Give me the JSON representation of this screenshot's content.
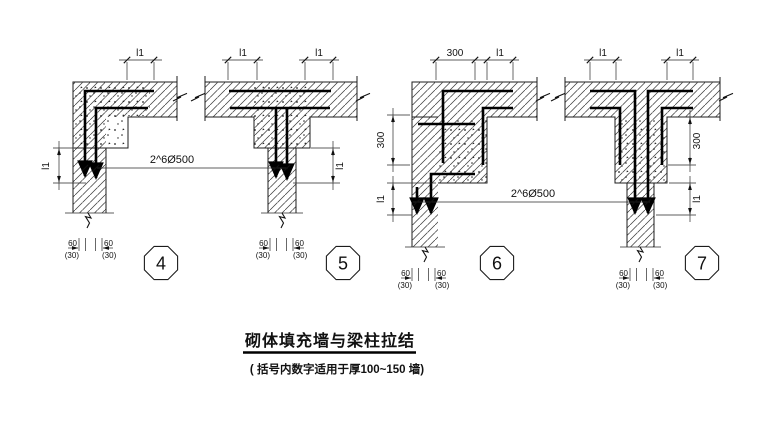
{
  "drawing": {
    "title": "砌体填充墙与梁柱拉结",
    "subtitle": "( 括号内数字适用于厚100~150 墙)",
    "tie_bar_note": "2^6Ø500",
    "labels": {
      "l1": "l1",
      "d300": "300",
      "off60": "60",
      "off30": "(30)"
    },
    "details": [
      {
        "number": "4",
        "top_dims": [
          "l1"
        ],
        "side_dims": [
          "l1"
        ],
        "offset_labels": [
          "60",
          "(30)",
          "60",
          "(30)"
        ]
      },
      {
        "number": "5",
        "top_dims": [
          "l1",
          "l1"
        ],
        "side_dims": [
          "l1"
        ],
        "offset_labels": [
          "60",
          "(30)",
          "60",
          "(30)"
        ]
      },
      {
        "number": "6",
        "top_dims": [
          "300",
          "l1"
        ],
        "side_dims": [
          "300",
          "l1"
        ],
        "offset_labels": [
          "60",
          "(30)",
          "60",
          "(30)"
        ]
      },
      {
        "number": "7",
        "top_dims": [
          "l1",
          "l1"
        ],
        "side_dims": [
          "300",
          "l1"
        ],
        "offset_labels": [
          "60",
          "(30)",
          "60",
          "(30)"
        ]
      }
    ]
  }
}
